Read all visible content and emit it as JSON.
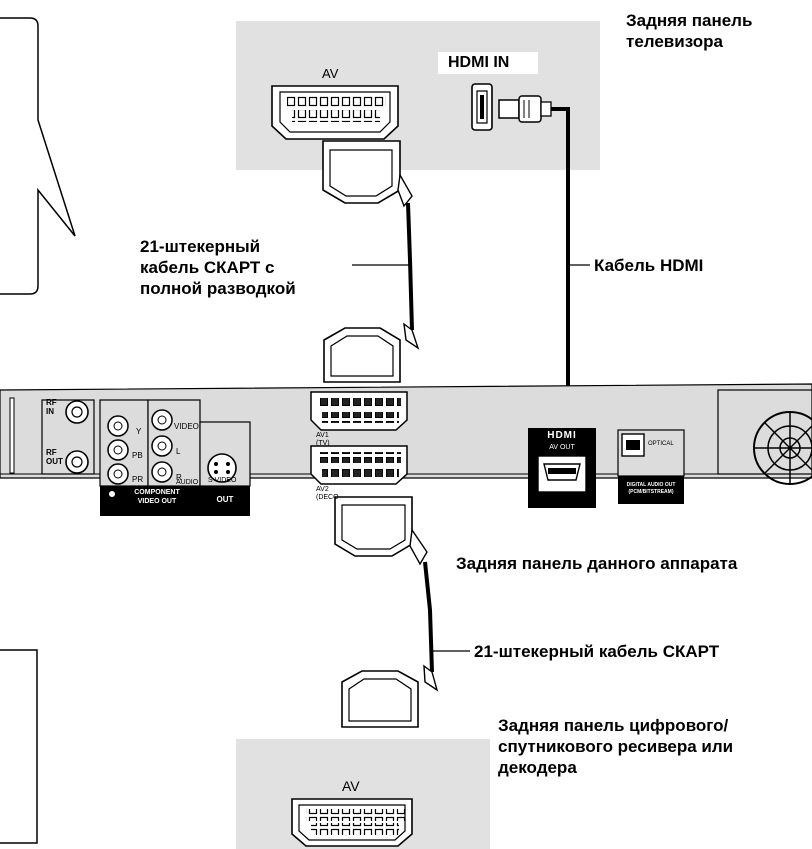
{
  "tv": {
    "title": "Задняя панель\nтелевизора",
    "av_label": "AV",
    "hdmi_in_label": "HDMI IN"
  },
  "scart_cable_top": "21-штекерный\nкабель СКАРТ с\nполной разводкой",
  "hdmi_cable": "Кабель HDMI",
  "unit": {
    "title": "Задняя панель данного аппарата",
    "rf_in": "RF\nIN",
    "rf_out": "RF\nOUT",
    "y": "Y",
    "pb": "PB",
    "pr": "PR",
    "video": "VIDEO",
    "l": "L",
    "r": "R",
    "audio": "AUDIO",
    "s_video": "S VIDEO",
    "component_video_out": "COMPONENT\nVIDEO OUT",
    "out": "OUT",
    "av1": "AV1\n(TV)",
    "av2": "AV2\n(DECO",
    "hdmi_logo": "HDMI",
    "av_out": "AV OUT",
    "optical": "OPTICAL",
    "digital_audio_out": "DIGITAL AUDIO OUT\n(PCM/BITSTREAM)"
  },
  "scart_cable_bottom": "21-штекерный кабель СКАРТ",
  "receiver": {
    "title": "Задняя панель цифрового/\nспутникового ресивера или\nдекодера",
    "av_label": "AV"
  },
  "colors": {
    "panel_gray": "#e1e1e1",
    "unit_gray": "#dcdcdc",
    "black": "#000000"
  }
}
